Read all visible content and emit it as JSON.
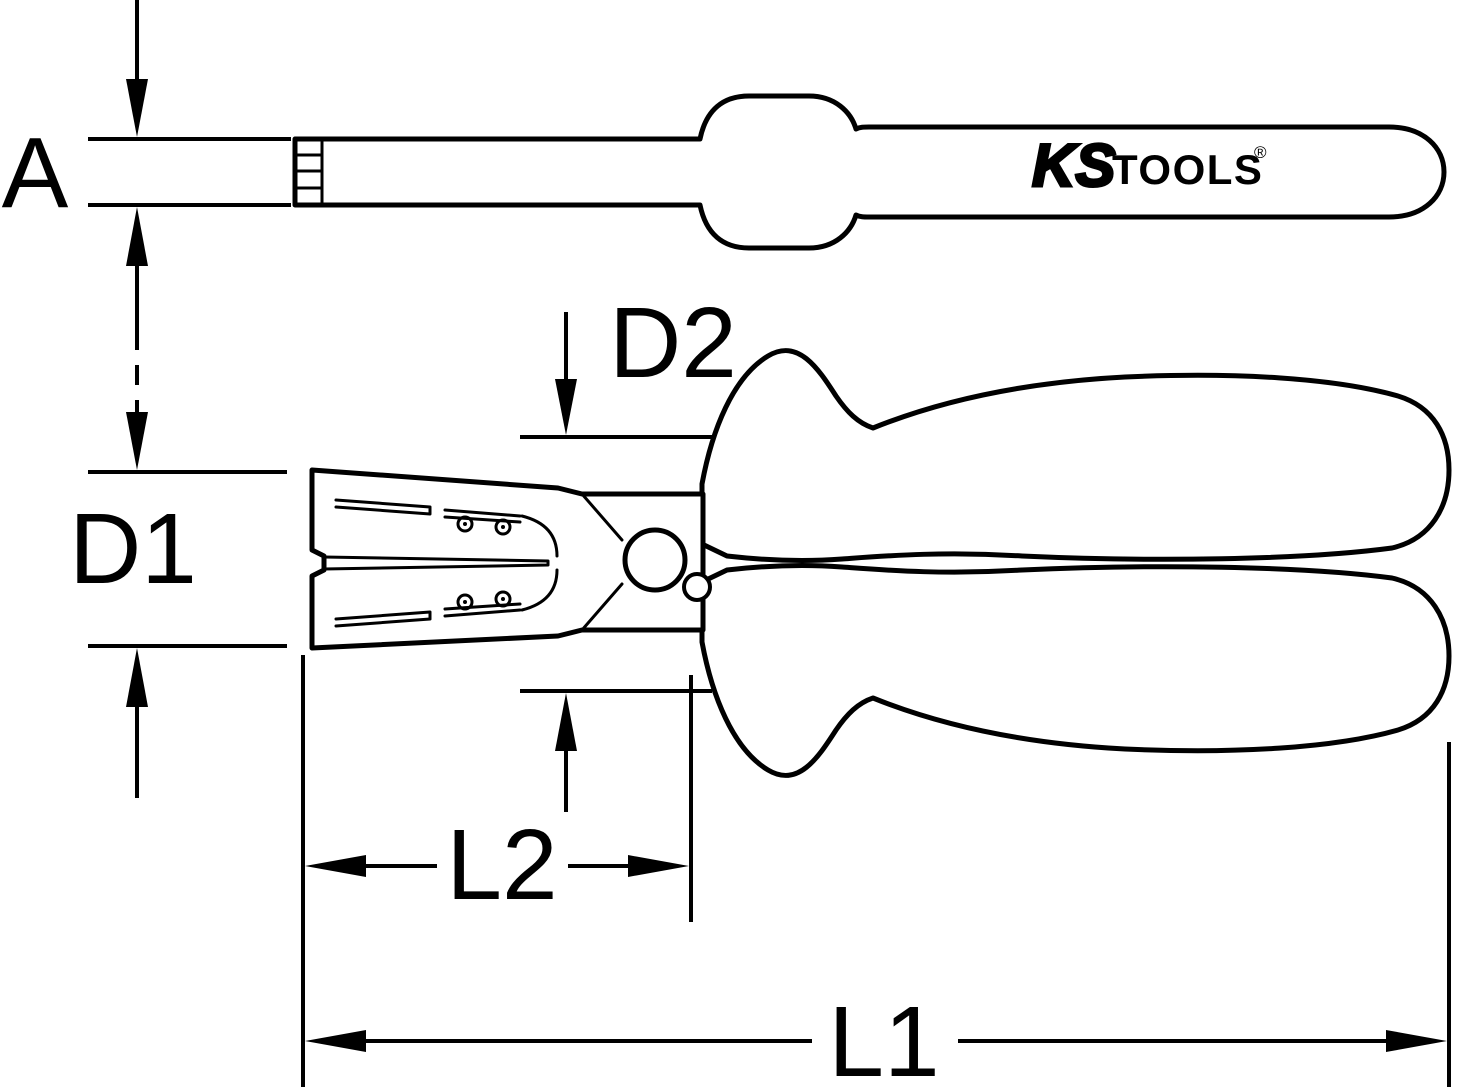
{
  "page": {
    "background_color": "#ffffff",
    "line_color": "#000000"
  },
  "drawing": {
    "description_labels": {
      "a": "A",
      "d1": "D1",
      "d2": "D2",
      "l2": "L2",
      "l1": "L1"
    },
    "logo": {
      "ks": "KS",
      "tools": "TOOLS",
      "registered": "®"
    }
  }
}
